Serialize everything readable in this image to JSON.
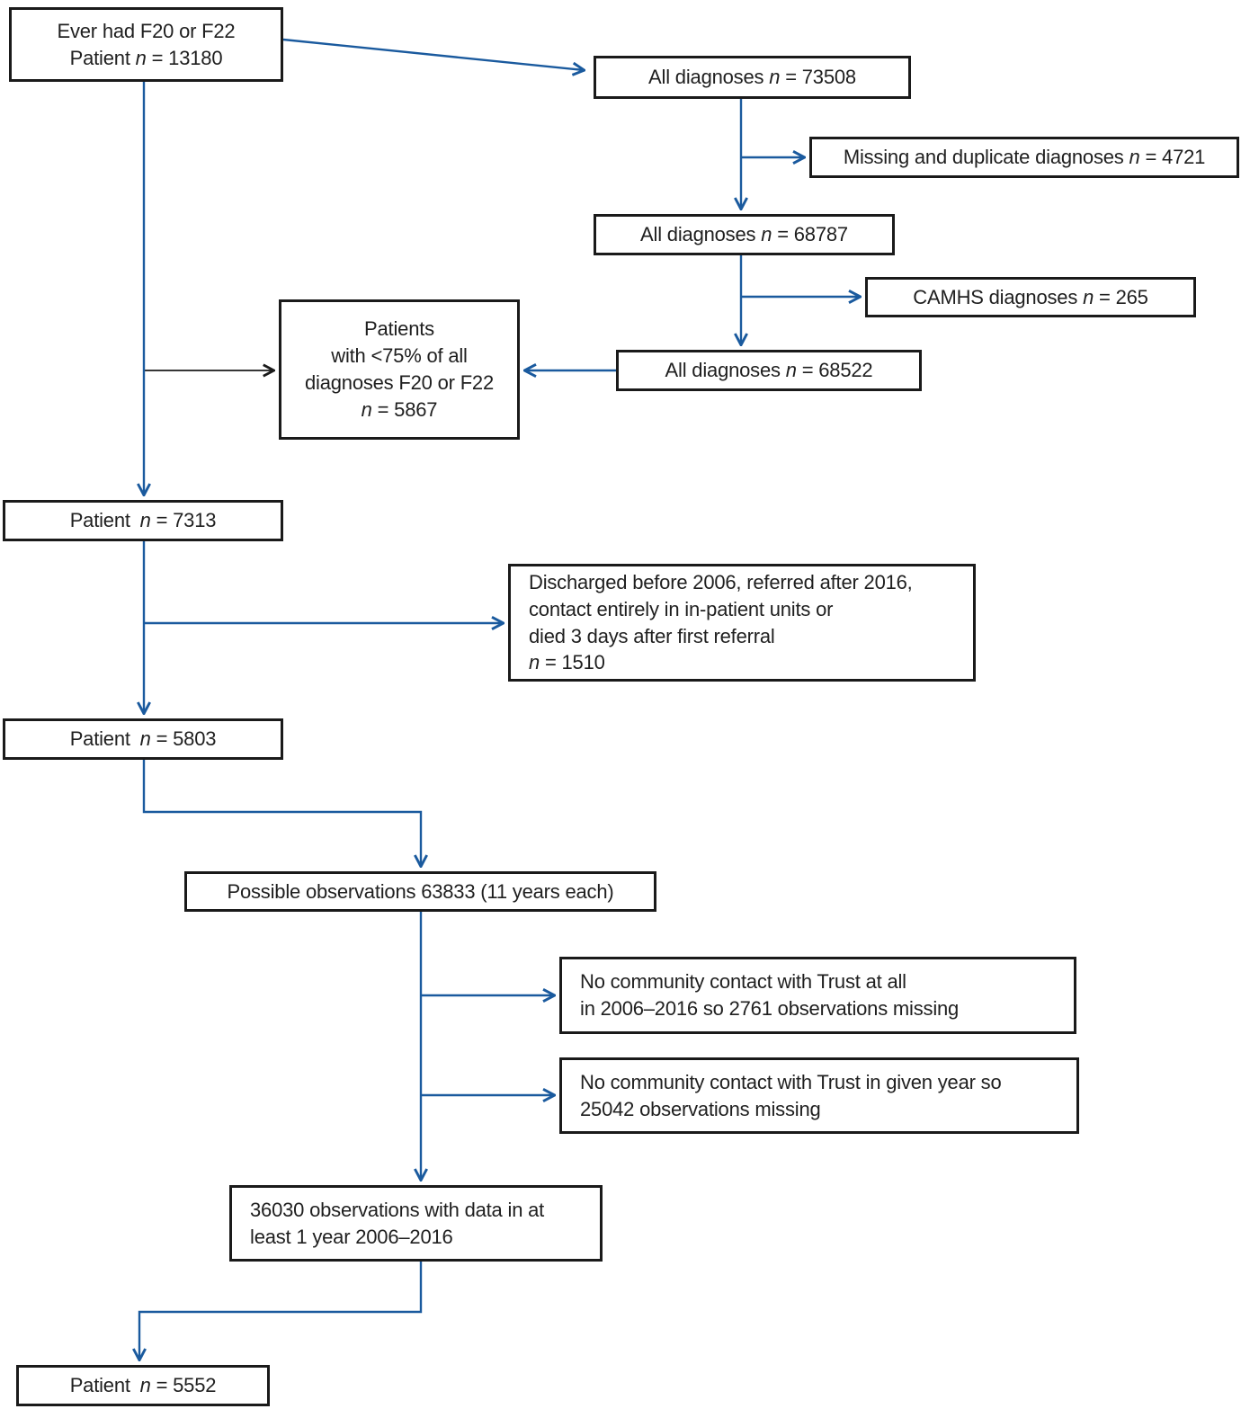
{
  "diagram": {
    "type": "flowchart",
    "description": "Patient and diagnosis selection flow diagram",
    "colors": {
      "connector_blue": "#1a5a9e",
      "connector_black": "#1a1a1a",
      "box_border": "#1a1a1a",
      "text": "#1f1f1f",
      "background": "#ffffff"
    },
    "nodes": [
      {
        "id": "ever-f20-f22",
        "align": "center",
        "lines": [
          "Ever had F20 or F22",
          "Patient *n* = 13180"
        ]
      },
      {
        "id": "all-diagnoses-73508",
        "align": "center",
        "lines": [
          "All diagnoses *n* = 73508"
        ]
      },
      {
        "id": "missing-duplicate",
        "align": "center",
        "lines": [
          "Missing and duplicate diagnoses *n* = 4721"
        ]
      },
      {
        "id": "all-diagnoses-68787",
        "align": "center",
        "lines": [
          "All diagnoses *n* = 68787"
        ]
      },
      {
        "id": "camhs-diagnoses",
        "align": "center",
        "lines": [
          "CAMHS diagnoses *n* = 265"
        ]
      },
      {
        "id": "all-diagnoses-68522",
        "align": "center",
        "lines": [
          "All diagnoses *n* = 68522"
        ]
      },
      {
        "id": "patients-lt75",
        "align": "center",
        "lines": [
          "Patients",
          "with <75% of all",
          "diagnoses F20 or F22",
          "*n* = 5867"
        ]
      },
      {
        "id": "patient-7313",
        "align": "center",
        "lines": [
          "Patient *n* = 7313"
        ]
      },
      {
        "id": "discharged-excluded",
        "align": "left",
        "lines": [
          "Discharged before 2006, referred after 2016,",
          "contact entirely in in-patient units or",
          "died 3 days after first referral",
          "*n* = 1510"
        ]
      },
      {
        "id": "patient-5803",
        "align": "center",
        "lines": [
          "Patient *n* = 5803"
        ]
      },
      {
        "id": "possible-observations",
        "align": "center",
        "lines": [
          "Possible observations 63833 (11 years each)"
        ]
      },
      {
        "id": "no-contact-at-all",
        "align": "left",
        "lines": [
          "No community contact with Trust at all",
          "in 2006–2016 so 2761 observations missing"
        ]
      },
      {
        "id": "no-contact-given-year",
        "align": "left",
        "lines": [
          "No community contact with Trust in given year so",
          "25042 observations missing"
        ]
      },
      {
        "id": "observations-36030",
        "align": "left",
        "lines": [
          "36030 observations with data in at",
          "least 1 year 2006–2016"
        ]
      },
      {
        "id": "patient-5552",
        "align": "center",
        "lines": [
          "Patient *n* = 5552"
        ]
      }
    ]
  }
}
